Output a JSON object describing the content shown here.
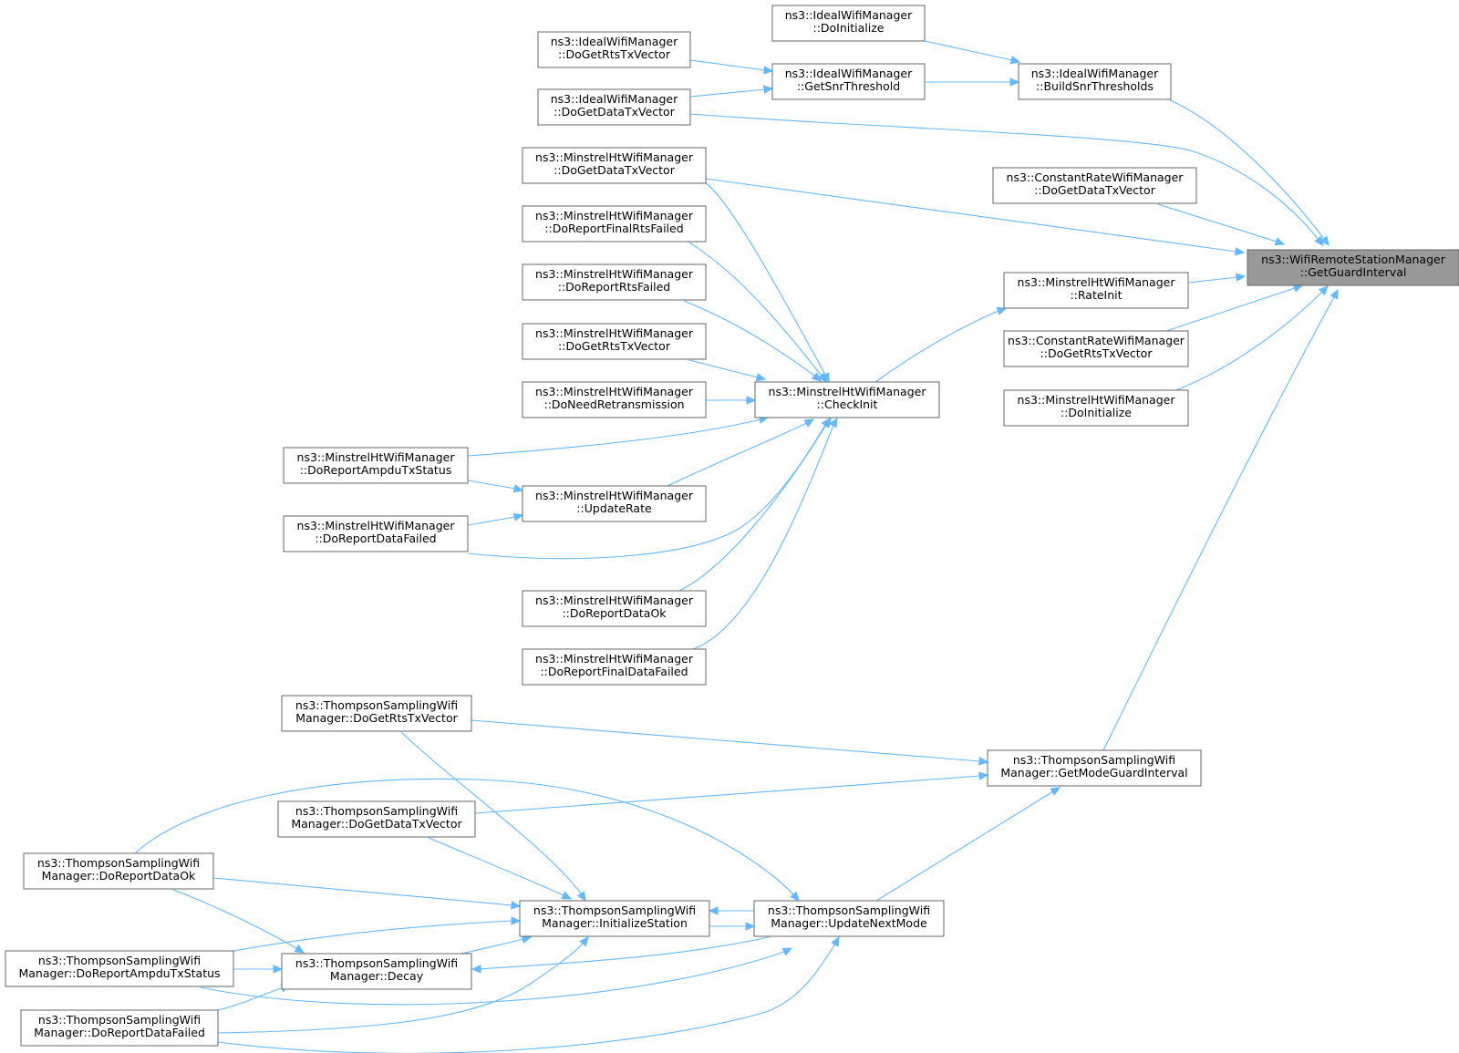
{
  "graph": {
    "description": "Call graph for ns3::WifiRemoteStationManager::GetGuardInterval",
    "colors": {
      "edge": "#63b8ff",
      "node_border": "#666666",
      "root_fill": "#999999",
      "node_fill": "#ffffff"
    },
    "nodes": [
      {
        "id": "root",
        "lines": [
          "ns3::WifiRemoteStationManager",
          "::GetGuardInterval"
        ]
      },
      {
        "id": "ideal_doinit",
        "lines": [
          "ns3::IdealWifiManager",
          "::DoInitialize"
        ]
      },
      {
        "id": "ideal_getrts",
        "lines": [
          "ns3::IdealWifiManager",
          "::DoGetRtsTxVector"
        ]
      },
      {
        "id": "ideal_snr",
        "lines": [
          "ns3::IdealWifiManager",
          "::GetSnrThreshold"
        ]
      },
      {
        "id": "ideal_build",
        "lines": [
          "ns3::IdealWifiManager",
          "::BuildSnrThresholds"
        ]
      },
      {
        "id": "ideal_getdata",
        "lines": [
          "ns3::IdealWifiManager",
          "::DoGetDataTxVector"
        ]
      },
      {
        "id": "mht_getdata",
        "lines": [
          "ns3::MinstrelHtWifiManager",
          "::DoGetDataTxVector"
        ]
      },
      {
        "id": "const_getdata",
        "lines": [
          "ns3::ConstantRateWifiManager",
          "::DoGetDataTxVector"
        ]
      },
      {
        "id": "mht_finalrts",
        "lines": [
          "ns3::MinstrelHtWifiManager",
          "::DoReportFinalRtsFailed"
        ]
      },
      {
        "id": "mht_rateinit",
        "lines": [
          "ns3::MinstrelHtWifiManager",
          "::RateInit"
        ]
      },
      {
        "id": "mht_rtsfailed",
        "lines": [
          "ns3::MinstrelHtWifiManager",
          "::DoReportRtsFailed"
        ]
      },
      {
        "id": "const_getrts",
        "lines": [
          "ns3::ConstantRateWifiManager",
          "::DoGetRtsTxVector"
        ]
      },
      {
        "id": "mht_getrts",
        "lines": [
          "ns3::MinstrelHtWifiManager",
          "::DoGetRtsTxVector"
        ]
      },
      {
        "id": "mht_needretx",
        "lines": [
          "ns3::MinstrelHtWifiManager",
          "::DoNeedRetransmission"
        ]
      },
      {
        "id": "mht_checkinit",
        "lines": [
          "ns3::MinstrelHtWifiManager",
          "::CheckInit"
        ]
      },
      {
        "id": "mht_doinit",
        "lines": [
          "ns3::MinstrelHtWifiManager",
          "::DoInitialize"
        ]
      },
      {
        "id": "mht_ampdu",
        "lines": [
          "ns3::MinstrelHtWifiManager",
          "::DoReportAmpduTxStatus"
        ]
      },
      {
        "id": "mht_updaterate",
        "lines": [
          "ns3::MinstrelHtWifiManager",
          "::UpdateRate"
        ]
      },
      {
        "id": "mht_datafailed",
        "lines": [
          "ns3::MinstrelHtWifiManager",
          "::DoReportDataFailed"
        ]
      },
      {
        "id": "mht_dataok",
        "lines": [
          "ns3::MinstrelHtWifiManager",
          "::DoReportDataOk"
        ]
      },
      {
        "id": "mht_finaldata",
        "lines": [
          "ns3::MinstrelHtWifiManager",
          "::DoReportFinalDataFailed"
        ]
      },
      {
        "id": "ts_getrts",
        "lines": [
          "ns3::ThompsonSamplingWifi",
          "Manager::DoGetRtsTxVector"
        ]
      },
      {
        "id": "ts_gi",
        "lines": [
          "ns3::ThompsonSamplingWifi",
          "Manager::GetModeGuardInterval"
        ]
      },
      {
        "id": "ts_getdata",
        "lines": [
          "ns3::ThompsonSamplingWifi",
          "Manager::DoGetDataTxVector"
        ]
      },
      {
        "id": "ts_dataok",
        "lines": [
          "ns3::ThompsonSamplingWifi",
          "Manager::DoReportDataOk"
        ]
      },
      {
        "id": "ts_initst",
        "lines": [
          "ns3::ThompsonSamplingWifi",
          "Manager::InitializeStation"
        ]
      },
      {
        "id": "ts_update",
        "lines": [
          "ns3::ThompsonSamplingWifi",
          "Manager::UpdateNextMode"
        ]
      },
      {
        "id": "ts_ampdu",
        "lines": [
          "ns3::ThompsonSamplingWifi",
          "Manager::DoReportAmpduTxStatus"
        ]
      },
      {
        "id": "ts_decay",
        "lines": [
          "ns3::ThompsonSamplingWifi",
          "Manager::Decay"
        ]
      },
      {
        "id": "ts_datafailed",
        "lines": [
          "ns3::ThompsonSamplingWifi",
          "Manager::DoReportDataFailed"
        ]
      }
    ],
    "edges": [
      [
        "ideal_build",
        "root"
      ],
      [
        "ideal_getdata",
        "root"
      ],
      [
        "mht_getdata",
        "root"
      ],
      [
        "const_getdata",
        "root"
      ],
      [
        "mht_rateinit",
        "root"
      ],
      [
        "const_getrts",
        "root"
      ],
      [
        "mht_doinit",
        "root"
      ],
      [
        "ts_gi",
        "root"
      ],
      [
        "ideal_doinit",
        "ideal_build"
      ],
      [
        "ideal_snr",
        "ideal_build"
      ],
      [
        "ideal_getrts",
        "ideal_snr"
      ],
      [
        "ideal_getdata",
        "ideal_snr"
      ],
      [
        "mht_checkinit",
        "mht_rateinit"
      ],
      [
        "mht_getdata",
        "mht_checkinit"
      ],
      [
        "mht_finalrts",
        "mht_checkinit"
      ],
      [
        "mht_rtsfailed",
        "mht_checkinit"
      ],
      [
        "mht_getrts",
        "mht_checkinit"
      ],
      [
        "mht_needretx",
        "mht_checkinit"
      ],
      [
        "mht_ampdu",
        "mht_checkinit"
      ],
      [
        "mht_updaterate",
        "mht_checkinit"
      ],
      [
        "mht_datafailed",
        "mht_checkinit"
      ],
      [
        "mht_dataok",
        "mht_checkinit"
      ],
      [
        "mht_finaldata",
        "mht_checkinit"
      ],
      [
        "mht_ampdu",
        "mht_updaterate"
      ],
      [
        "mht_datafailed",
        "mht_updaterate"
      ],
      [
        "ts_getrts",
        "ts_gi"
      ],
      [
        "ts_getdata",
        "ts_gi"
      ],
      [
        "ts_update",
        "ts_gi"
      ],
      [
        "ts_getrts",
        "ts_initst"
      ],
      [
        "ts_getdata",
        "ts_initst"
      ],
      [
        "ts_dataok",
        "ts_initst"
      ],
      [
        "ts_ampdu",
        "ts_initst"
      ],
      [
        "ts_datafailed",
        "ts_initst"
      ],
      [
        "ts_decay",
        "ts_initst"
      ],
      [
        "ts_update",
        "ts_initst"
      ],
      [
        "ts_initst",
        "ts_update"
      ],
      [
        "ts_dataok",
        "ts_update"
      ],
      [
        "ts_ampdu",
        "ts_update"
      ],
      [
        "ts_datafailed",
        "ts_update"
      ],
      [
        "ts_dataok",
        "ts_decay"
      ],
      [
        "ts_ampdu",
        "ts_decay"
      ],
      [
        "ts_datafailed",
        "ts_decay"
      ],
      [
        "ts_update",
        "ts_decay"
      ]
    ]
  }
}
